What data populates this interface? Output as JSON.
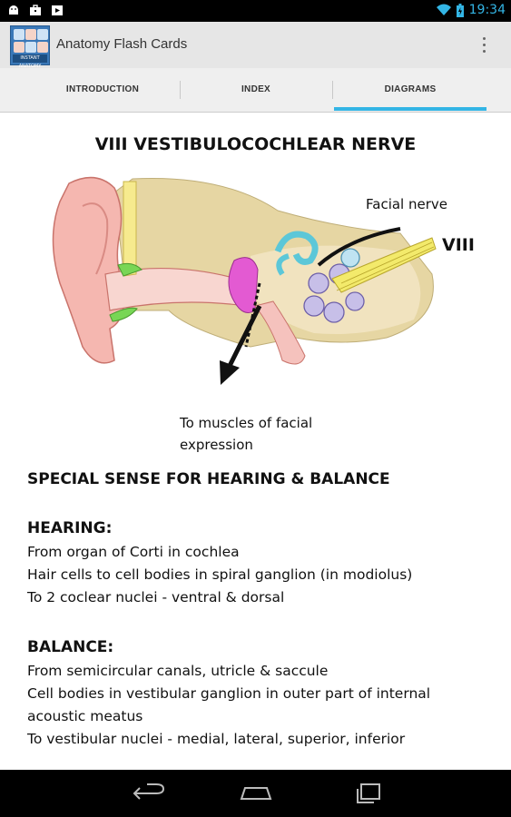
{
  "status_bar": {
    "time": "19:34",
    "icons": [
      "android-icon",
      "briefcase-icon",
      "video-icon",
      "wifi-icon",
      "battery-icon"
    ]
  },
  "action_bar": {
    "app_title": "Anatomy Flash Cards",
    "app_icon_caption": "INSTANT ANATOMY",
    "menu_icon": "overflow-menu-icon"
  },
  "tabs": [
    {
      "label": "INTRODUCTION",
      "selected": false
    },
    {
      "label": "INDEX",
      "selected": false
    },
    {
      "label": "DIAGRAMS",
      "selected": true
    }
  ],
  "accent_color": "#33b5e5",
  "diagram": {
    "title": "VIII VESTIBULOCOCHLEAR NERVE",
    "label_facial_nerve": "Facial nerve",
    "label_viii": "VIII",
    "label_muscles_line1": "To muscles of facial",
    "label_muscles_line2": "expression"
  },
  "text": {
    "special_sense": "SPECIAL SENSE FOR HEARING & BALANCE",
    "hearing_heading": "HEARING:",
    "hearing_lines": [
      "From organ of Corti in cochlea",
      "Hair cells to cell bodies in spiral ganglion (in modiolus)",
      "To 2 coclear nuclei - ventral & dorsal"
    ],
    "balance_heading": "BALANCE:",
    "balance_lines": [
      "From semicircular canals, utricle & saccule",
      "Cell bodies in vestibular ganglion in outer part of internal",
      "acoustic meatus",
      "To vestibular nuclei - medial, lateral, superior, inferior"
    ]
  },
  "nav_bar": {
    "icons": [
      "back-icon",
      "home-icon",
      "recents-icon"
    ]
  }
}
